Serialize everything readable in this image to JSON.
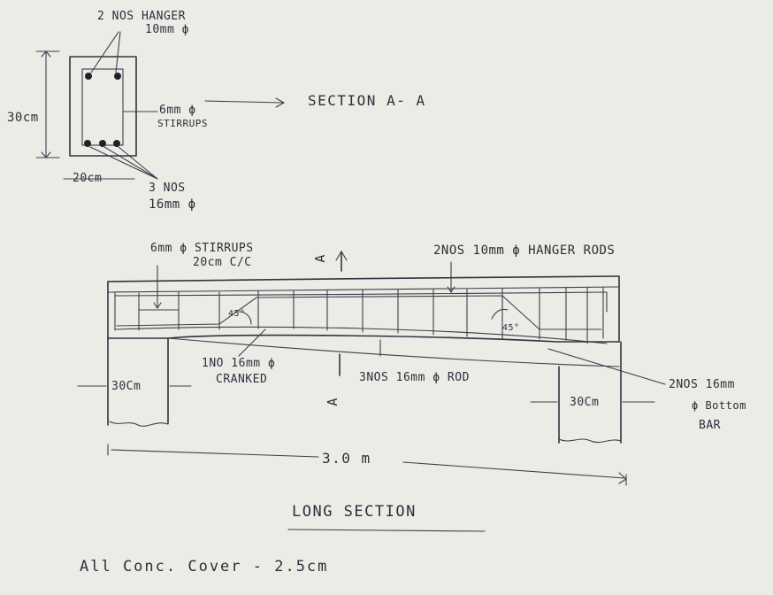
{
  "section_view": {
    "hanger_label_line1": "2 NOS HANGER",
    "hanger_label_line2": "10mm ϕ",
    "depth": "30cm",
    "width": "20cm",
    "stirrup_label_line1": "6mm ϕ",
    "stirrup_label_line2": "STIRRUPS",
    "bottom_bars_line1": "3 NOS",
    "bottom_bars_line2": "16mm ϕ",
    "title": "SECTION A- A"
  },
  "long_section": {
    "stirrups_line1": "6mm ϕ STIRRUPS",
    "stirrups_line2": "20cm C/C",
    "section_mark_top": "A",
    "section_mark_bottom": "A",
    "hanger_rods": "2NOS 10mm ϕ HANGER RODS",
    "angle_left": "45°",
    "angle_right": "45°",
    "cranked_line1": "1NO 16mm ϕ",
    "cranked_line2": "CRANKED",
    "main_rod": "3NOS 16mm ϕ ROD",
    "left_support": "30Cm",
    "right_support": "30Cm",
    "bottom_bar_line1": "2NOS 16mm",
    "bottom_bar_line2": "ϕ Bottom",
    "bottom_bar_line3": "BAR",
    "span": "3.0 m",
    "title": "LONG SECTION"
  },
  "note": "All Conc. Cover - 2.5cm"
}
